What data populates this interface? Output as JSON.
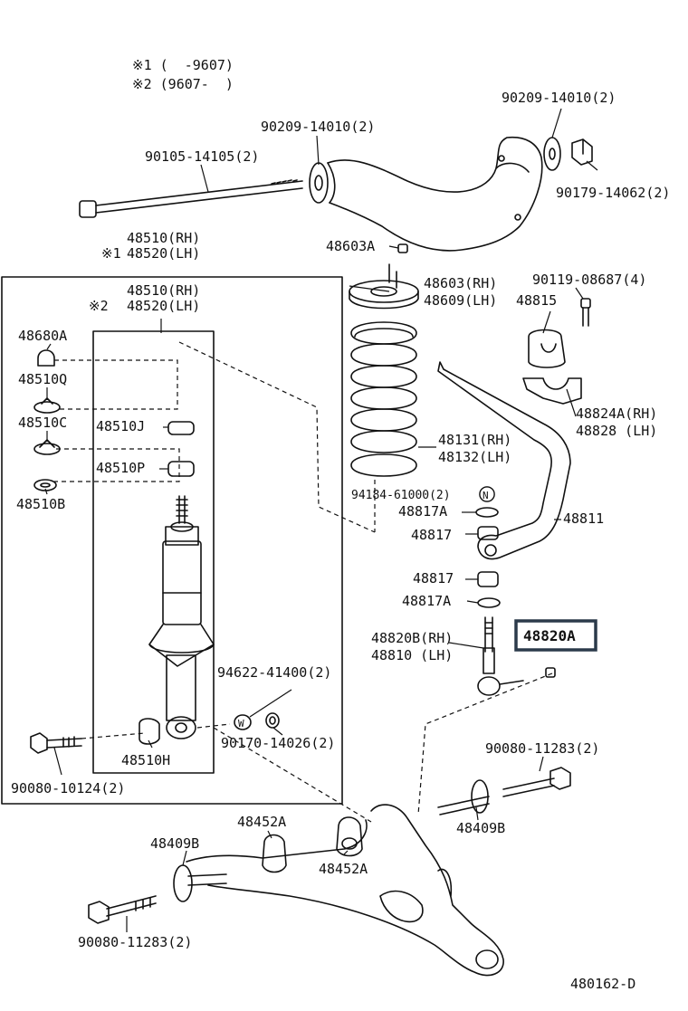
{
  "legend": {
    "note1": "※1 (  -9607)",
    "note2": "※2 (9607-  )"
  },
  "parts": {
    "p90209_14010_top": "90209-14010(2)",
    "p90209_14010_mid": "90209-14010(2)",
    "p90105_14105": "90105-14105(2)",
    "p90179_14062": "90179-14062(2)",
    "p48510_rh_top": "48510(RH)",
    "p48520_lh_top": "48520(LH)",
    "mark_1": "※1",
    "p48603A_top": "48603A",
    "p48510_rh_box": "48510(RH)",
    "p48520_lh_box": "48520(LH)",
    "mark_2": "※2",
    "p48603_rh": "48603(RH)",
    "p48609_lh": "48609(LH)",
    "p90119_08687": "90119-08687(4)",
    "p48815": "48815",
    "p48680A": "48680A",
    "p48510Q": "48510Q",
    "p48510C": "48510C",
    "p48510J": "48510J",
    "p48510P": "48510P",
    "p48510B": "48510B",
    "p48824A_rh": "48824A(RH)",
    "p48828_lh": "48828 (LH)",
    "p48131_rh": "48131(RH)",
    "p48132_lh": "48132(LH)",
    "p94184_61000": "94184-61000(2)",
    "nut_mark": "N",
    "p48817A_upper": "48817A",
    "p48811": "48811",
    "p48817_upper": "48817",
    "p48817_lower": "48817",
    "p48817A_lower": "48817A",
    "p48820B_rh": "48820B(RH)",
    "p48810_lh": "48810 (LH)",
    "p48820A": "48820A",
    "p94622_41400": "94622-41400(2)",
    "washer_mark": "W",
    "p90170_14026": "90170-14026(2)",
    "p48510H": "48510H",
    "p90080_10124": "90080-10124(2)",
    "p90080_11283_right": "90080-11283(2)",
    "p48452A_upper": "48452A",
    "p48409B_right": "48409B",
    "p48409B_left": "48409B",
    "p48452A_lower": "48452A",
    "p90080_11283_left": "90080-11283(2)",
    "diagram_id": "480162-D"
  }
}
